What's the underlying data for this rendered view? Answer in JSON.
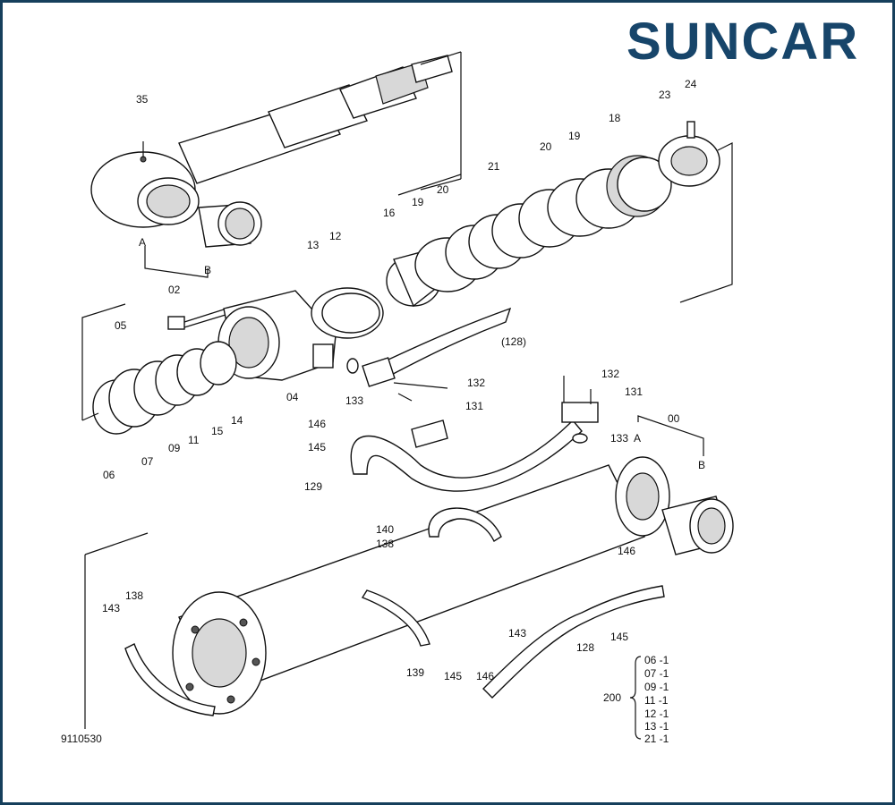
{
  "brand": {
    "name": "SUNCAR",
    "color": "#17456a"
  },
  "frame_color": "#163f5c",
  "drawing_number": "9110530",
  "callouts": {
    "c35": "35",
    "cA1": "A",
    "cB1": "B",
    "c02": "02",
    "c05": "05",
    "c13": "13",
    "c12": "12",
    "c04": "04",
    "c133a": "133",
    "c06": "06",
    "c07": "07",
    "c09": "09",
    "c11": "11",
    "c15": "15",
    "c14": "14",
    "c16": "16",
    "c19a": "19",
    "c20a": "20",
    "c21": "21",
    "c20b": "20",
    "c19b": "19",
    "c18": "18",
    "c23": "23",
    "c24": "24",
    "c128a": "(128)",
    "c132a": "132",
    "c131a": "131",
    "c132b": "132",
    "c131b": "131",
    "c133b": "133",
    "cA2": "A",
    "c00": "00",
    "cB2": "B",
    "c146a": "146",
    "c145a": "145",
    "c129": "129",
    "c140": "140",
    "c138a": "138",
    "c138b": "138",
    "c143a": "143",
    "c143b": "143",
    "c139": "139",
    "c145b": "145",
    "c146b": "146",
    "c146c": "146",
    "c145c": "145",
    "c128b": "128"
  },
  "kit": {
    "label": "200",
    "items": [
      "06 -1",
      "07 -1",
      "09 -1",
      "11 -1",
      "12 -1",
      "13 -1",
      "21 -1"
    ]
  }
}
